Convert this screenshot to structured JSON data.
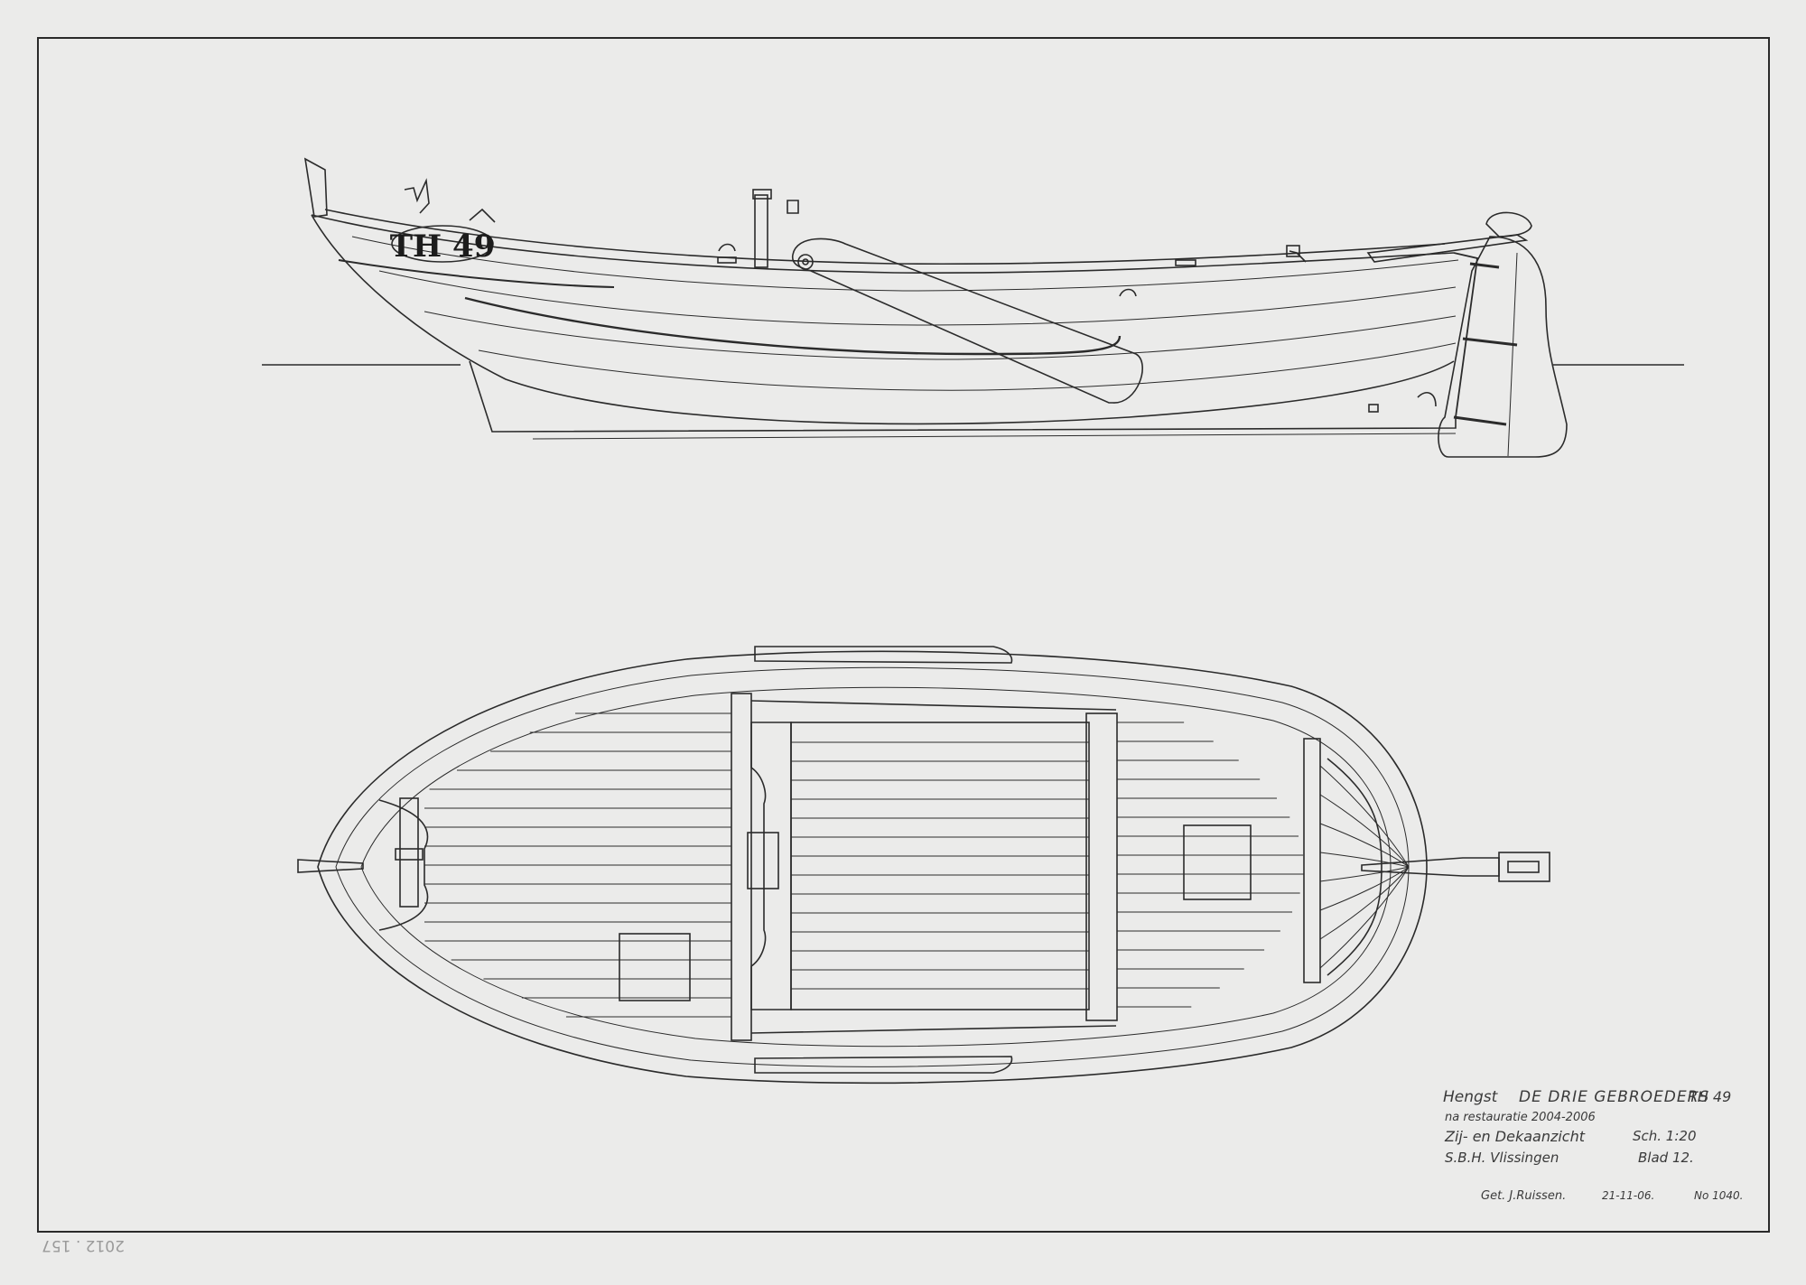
{
  "drawing": {
    "hull_registration": "TH 49",
    "title_block": {
      "type": "Hengst",
      "name": "DE DRIE GEBROEDERS",
      "reg": "TH 49",
      "note": "na restauratie 2004-2006",
      "view": "Zij- en Dekaanzicht",
      "scale": "Sch. 1:20",
      "org": "S.B.H. Vlissingen",
      "sheet": "Blad 12.",
      "drawn_by": "Get. J.Ruissen.",
      "date": "21-11-06.",
      "number": "No 1040."
    },
    "pencil_note": "2012 . 157"
  }
}
